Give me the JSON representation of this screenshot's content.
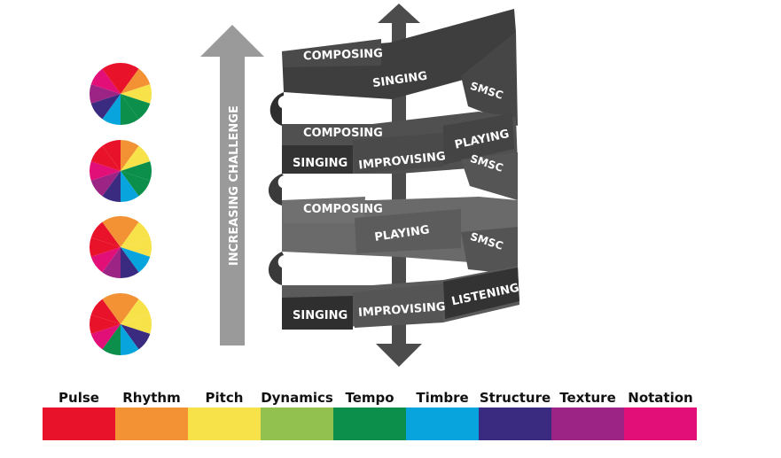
{
  "challenge_label": "INCREASING CHALLENGE",
  "ribbon_labels": {
    "r1_composing": "COMPOSING",
    "r1_singing": "SINGING",
    "r1_smsc": "SMSC",
    "r2_composing": "COMPOSING",
    "r2_singing": "SINGING",
    "r2_improvising": "IMPROVISING",
    "r2_playing": "PLAYING",
    "r2_smsc": "SMSC",
    "r3_composing": "COMPOSING",
    "r3_playing": "PLAYING",
    "r3_smsc": "SMSC",
    "r4_singing": "SINGING",
    "r4_improvising": "IMPROVISING",
    "r4_listening": "LISTENING"
  },
  "legend": [
    {
      "label": "Pulse",
      "color": "#e8132a"
    },
    {
      "label": "Rhythm",
      "color": "#f39234"
    },
    {
      "label": "Pitch",
      "color": "#f8e24a"
    },
    {
      "label": "Dynamics",
      "color": "#93c150"
    },
    {
      "label": "Tempo",
      "color": "#0c8f4a"
    },
    {
      "label": "Timbre",
      "color": "#08a4de"
    },
    {
      "label": "Structure",
      "color": "#3a2b80"
    },
    {
      "label": "Texture",
      "color": "#9b2485"
    },
    {
      "label": "Notation",
      "color": "#e20f78"
    }
  ],
  "colors": {
    "arrow_gray": "#9a9a9a",
    "ribbon_dark": "#3e3e3e",
    "ribbon_mid": "#5a5a5a",
    "axis_dark": "#4c4c4c"
  }
}
